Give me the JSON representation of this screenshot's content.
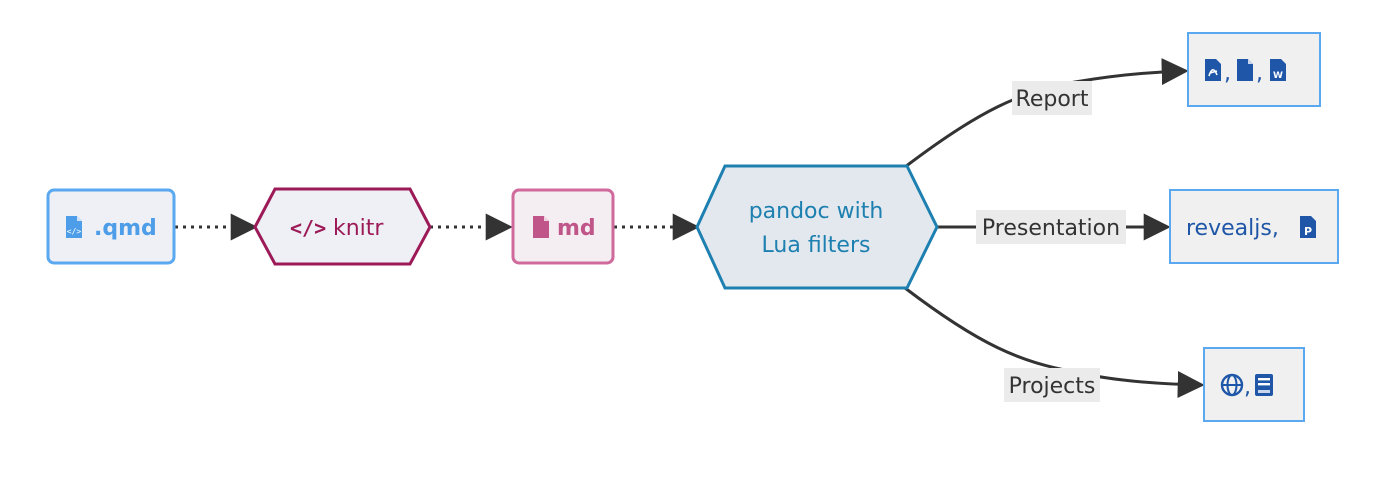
{
  "colors": {
    "qmd_stroke": "#5aa9f0",
    "qmd_text": "#4d9de8",
    "knitr_stroke": "#9c1a57",
    "knitr_text": "#9c1a57",
    "md_stroke": "#d06a9c",
    "md_text": "#c0558a",
    "pandoc_stroke": "#1d80b0",
    "pandoc_text": "#1d80b0",
    "output_stroke": "#5aa9f0",
    "output_text": "#1f56a8",
    "node_fill": "#eef0f5",
    "output_fill": "#f0f0f0",
    "edge": "#333333"
  },
  "nodes": {
    "qmd": {
      "label": ".qmd",
      "icon": "file-code-icon"
    },
    "knitr": {
      "label": "knitr",
      "icon": "code-icon"
    },
    "md": {
      "label": "md",
      "icon": "file-icon"
    },
    "pandoc": {
      "line1": "pandoc with",
      "line2": "Lua filters"
    },
    "report": {
      "icons": [
        "file-pdf-icon",
        "file-icon",
        "file-word-icon"
      ],
      "sep": ","
    },
    "presentation": {
      "label": "revealjs,",
      "icon": "file-powerpoint-icon"
    },
    "projects": {
      "icons": [
        "globe-icon",
        "book-icon"
      ],
      "sep": ","
    }
  },
  "edges": {
    "report_label": "Report",
    "presentation_label": "Presentation",
    "projects_label": "Projects"
  }
}
